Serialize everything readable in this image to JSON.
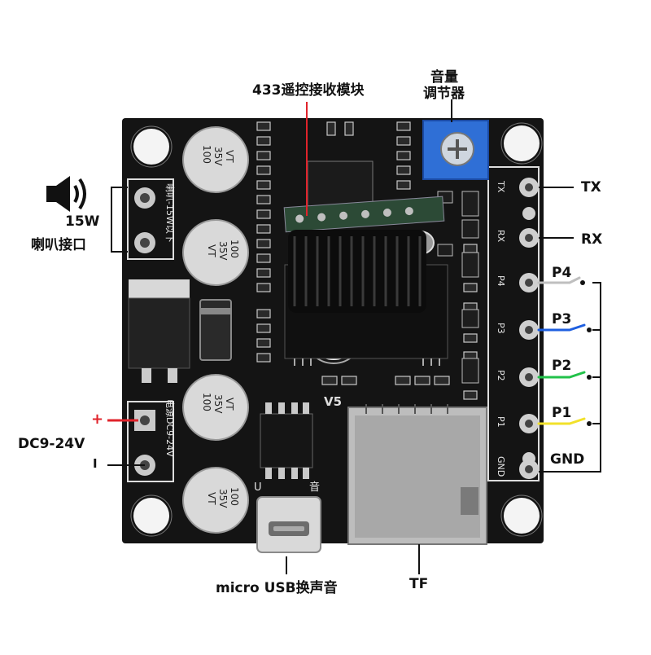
{
  "labels": {
    "rf_module": "433遥控接收模块",
    "volume_line1": "音量",
    "volume_line2": "调节器",
    "speaker_watt": "15W",
    "speaker_port": "喇叭接口",
    "plus": "+",
    "power": "DC9-24V",
    "minus": "I",
    "tx": "TX",
    "rx": "RX",
    "p4": "P4",
    "p3": "P3",
    "p2": "P2",
    "p1": "P1",
    "gnd": "GND",
    "usb": "micro USB换声音",
    "tf": "TF"
  },
  "board_silk": {
    "speaker": "喇叭-15W以下",
    "power": "电源DC9-24V",
    "version": "V5",
    "usb_silk_left": "U",
    "usb_silk_right": "音",
    "pin_tx": "TX",
    "pin_rx": "RX",
    "pin_p4": "P4",
    "pin_p3": "P3",
    "pin_p2": "P2",
    "pin_p1": "P1",
    "pin_gnd": "GND"
  },
  "capacitors": [
    {
      "value": "100",
      "voltage": "35V",
      "code": "VT"
    },
    {
      "value": "100",
      "voltage": "35V",
      "code": "VT"
    },
    {
      "value": "100",
      "voltage": "35V",
      "code": "VT"
    },
    {
      "value": "100",
      "voltage": "35V",
      "code": "VT"
    }
  ],
  "wire_colors": {
    "plus": "#e0232b",
    "p4": "#bfbfbf",
    "p3": "#1e5fe0",
    "p2": "#22c24a",
    "p1": "#f2e12a"
  }
}
